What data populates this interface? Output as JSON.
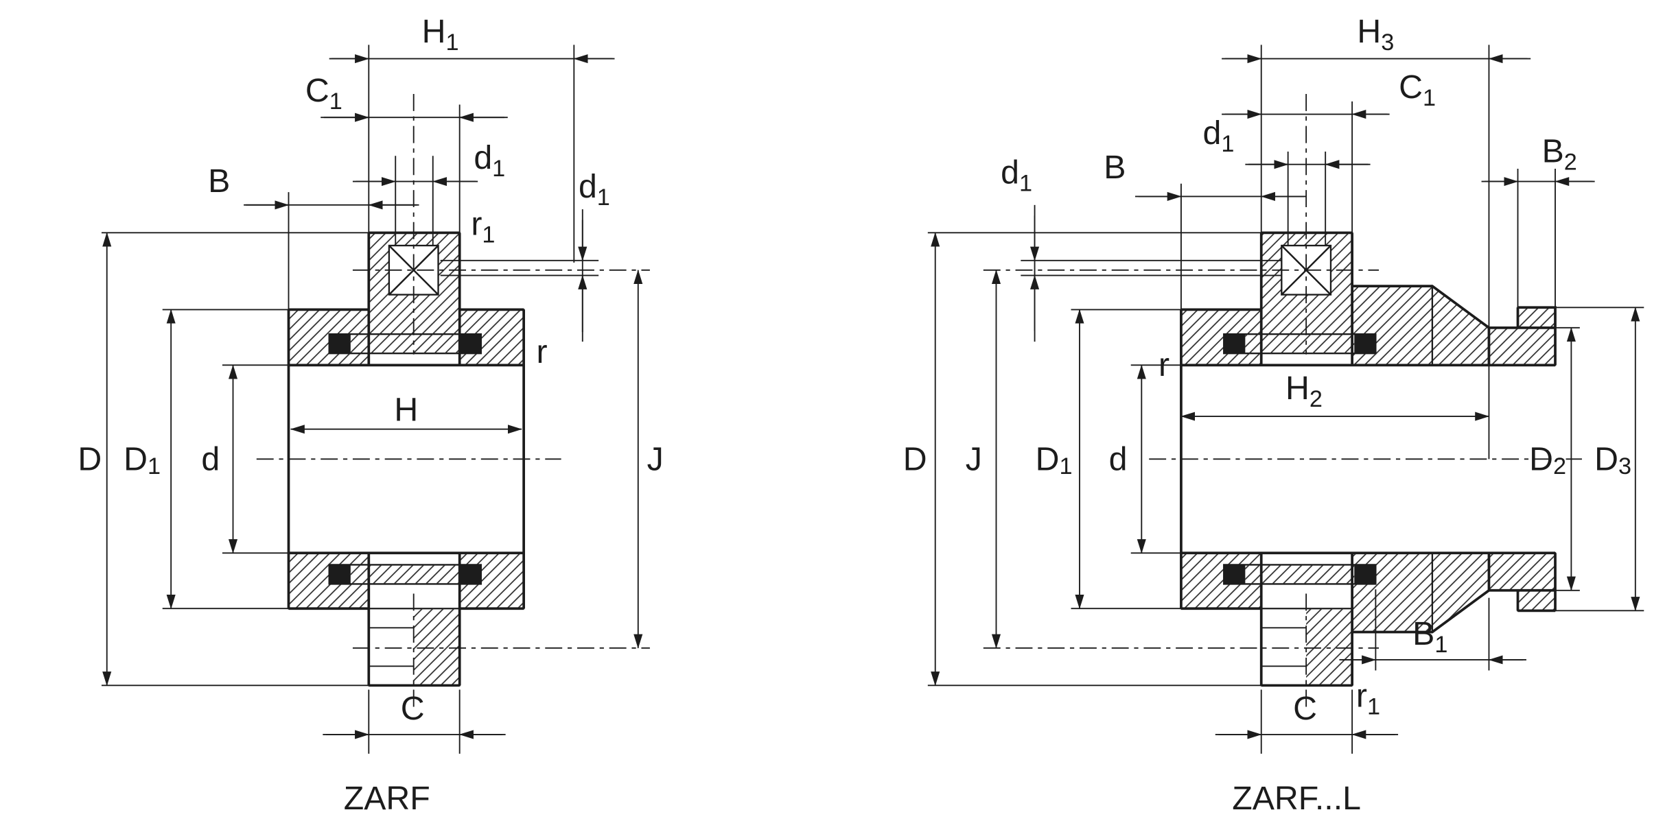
{
  "colors": {
    "line": "#1c1c1c",
    "background": "#ffffff",
    "hatch": "#2a2a2a"
  },
  "figures": {
    "zarf": {
      "caption": "ZARF",
      "labels": {
        "h1": {
          "base": "H",
          "sub": "1"
        },
        "c1": {
          "base": "C",
          "sub": "1"
        },
        "d1_top": {
          "base": "d",
          "sub": "1"
        },
        "b": {
          "base": "B",
          "sub": ""
        },
        "d1_side": {
          "base": "d",
          "sub": "1"
        },
        "r1": {
          "base": "r",
          "sub": "1"
        },
        "r": {
          "base": "r",
          "sub": ""
        },
        "h": {
          "base": "H",
          "sub": ""
        },
        "d_outer": {
          "base": "D",
          "sub": ""
        },
        "d_1": {
          "base": "D",
          "sub": "1"
        },
        "d_bore": {
          "base": "d",
          "sub": ""
        },
        "j": {
          "base": "J",
          "sub": ""
        },
        "c": {
          "base": "C",
          "sub": ""
        }
      }
    },
    "zarf_l": {
      "caption": "ZARF...L",
      "labels": {
        "h3": {
          "base": "H",
          "sub": "3"
        },
        "c1": {
          "base": "C",
          "sub": "1"
        },
        "d1_top": {
          "base": "d",
          "sub": "1"
        },
        "b": {
          "base": "B",
          "sub": ""
        },
        "b2": {
          "base": "B",
          "sub": "2"
        },
        "d1_side": {
          "base": "d",
          "sub": "1"
        },
        "r": {
          "base": "r",
          "sub": ""
        },
        "h2": {
          "base": "H",
          "sub": "2"
        },
        "d_outer": {
          "base": "D",
          "sub": ""
        },
        "j": {
          "base": "J",
          "sub": ""
        },
        "d_1": {
          "base": "D",
          "sub": "1"
        },
        "d_bore": {
          "base": "d",
          "sub": ""
        },
        "d_2": {
          "base": "D",
          "sub": "2"
        },
        "d_3": {
          "base": "D",
          "sub": "3"
        },
        "b1": {
          "base": "B",
          "sub": "1"
        },
        "c": {
          "base": "C",
          "sub": ""
        },
        "r1": {
          "base": "r",
          "sub": "1"
        }
      }
    }
  }
}
